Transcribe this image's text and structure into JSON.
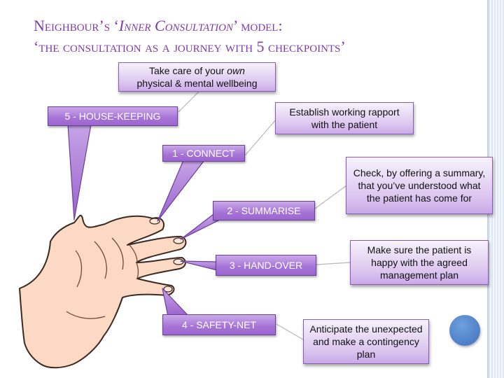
{
  "title": {
    "line1_a": "Neighbour’s ‘",
    "line1_em": "Inner Consultation",
    "line1_b": "’ model:",
    "line2": "‘the consultation as a journey with 5 checkpoints’"
  },
  "checkpoints": [
    {
      "label": "5 - HOUSE-KEEPING"
    },
    {
      "label": "1 - CONNECT"
    },
    {
      "label": "2 - SUMMARISE"
    },
    {
      "label": "3 - HAND-OVER"
    },
    {
      "label": "4 - SAFETY-NET"
    }
  ],
  "notes": {
    "housekeeping_a": "Take care of your ",
    "housekeeping_em": "own",
    "housekeeping_b": "physical & mental wellbeing",
    "connect": "Establish working rapport with the patient",
    "summarise": "Check, by offering a summary, that you’ve understood what the patient has come for",
    "handover": "Make sure the patient is happy with the agreed management plan",
    "safetynet": "Anticipate the unexpected and make a contingency plan"
  },
  "colors": {
    "title": "#7e3aa7",
    "box_fill": "#a673d6",
    "note_fill": "#dcc6f0",
    "skin": "#fbd9c4",
    "accent_circle": "#3d71bd"
  }
}
